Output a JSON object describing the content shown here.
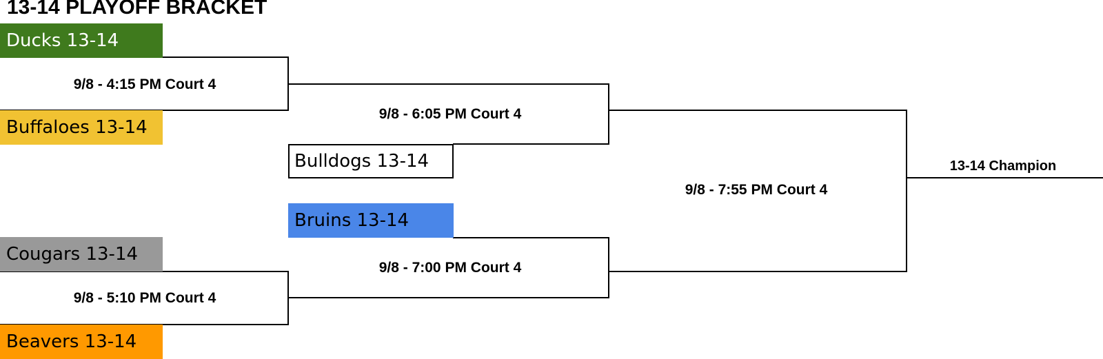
{
  "title": "13-14 PLAYOFF BRACKET",
  "teams": {
    "ducks": {
      "label": "Ducks 13-14",
      "color": "#3f7a1d"
    },
    "buffaloes": {
      "label": "Buffaloes 13-14",
      "color": "#f1c232"
    },
    "bulldogs": {
      "label": "Bulldogs 13-14",
      "color": "#ffffff"
    },
    "bruins": {
      "label": "Bruins 13-14",
      "color": "#4a86e8"
    },
    "cougars": {
      "label": "Cougars 13-14",
      "color": "#999999"
    },
    "beavers": {
      "label": "Beavers 13-14",
      "color": "#ff9900"
    }
  },
  "games": {
    "g1": "9/8 - 4:15 PM Court 4",
    "g2": "9/8 - 5:10 PM Court 4",
    "g3": "9/8 - 6:05 PM Court 4",
    "g4": "9/8 - 7:00 PM Court 4",
    "final": "9/8 - 7:55 PM Court 4"
  },
  "champion": "13-14 Champion"
}
